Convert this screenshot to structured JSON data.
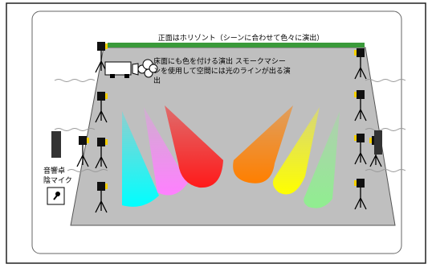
{
  "horizon_title": "正面はホリゾント（シーンに合わせて色々に演出）",
  "smoke_note_line1": "床面にも色を付ける演出 スモークマシー",
  "smoke_note_line2": "ンを使用して空間には光のラインが出る演",
  "smoke_note_line3": "出",
  "sound_label_line1": "音響卓",
  "sound_label_line2": "陰マイク",
  "colors": {
    "stage_floor": "#bfbfbf",
    "horizon_bar": "#3a9a3a",
    "beams": [
      "#00ffff",
      "#ff80ff",
      "#ff1a1a",
      "#ff7f00",
      "#ffff00",
      "#90ee90"
    ]
  },
  "icons": [
    "light-fixture-icon",
    "smoke-machine-icon",
    "speaker-icon",
    "microphone-icon"
  ]
}
